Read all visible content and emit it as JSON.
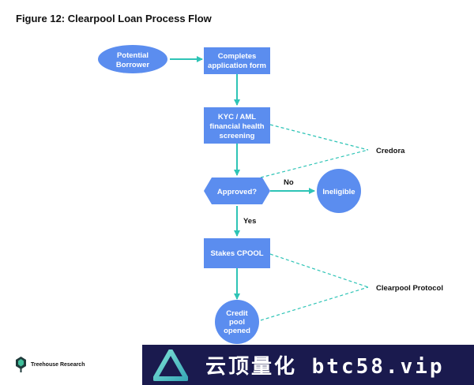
{
  "title": "Figure 12: Clearpool Loan Process Flow",
  "colors": {
    "node_fill": "#5b8def",
    "arrow": "#2ec4b6",
    "banner_bg": "#1a1a4e"
  },
  "nodes": {
    "potential_borrower": [
      "Potential",
      "Borrower"
    ],
    "application_form": [
      "Completes",
      "application form"
    ],
    "kyc": [
      "KYC / AML",
      "financial health",
      "screening"
    ],
    "approved": [
      "Approved?"
    ],
    "ineligible": [
      "Ineligible"
    ],
    "stakes": [
      "Stakes CPOOL"
    ],
    "credit_pool": [
      "Credit",
      "pool",
      "opened"
    ]
  },
  "edge_labels": {
    "no": "No",
    "yes": "Yes"
  },
  "external": {
    "credora": "Credora",
    "clearpool_protocol": "Clearpool Protocol"
  },
  "brand": {
    "name": "Treehouse Research",
    "icon": "treehouse-logo-icon"
  },
  "watermark": {
    "text": "云顶量化 btc58.vip",
    "icon": "triangle-logo-icon"
  }
}
